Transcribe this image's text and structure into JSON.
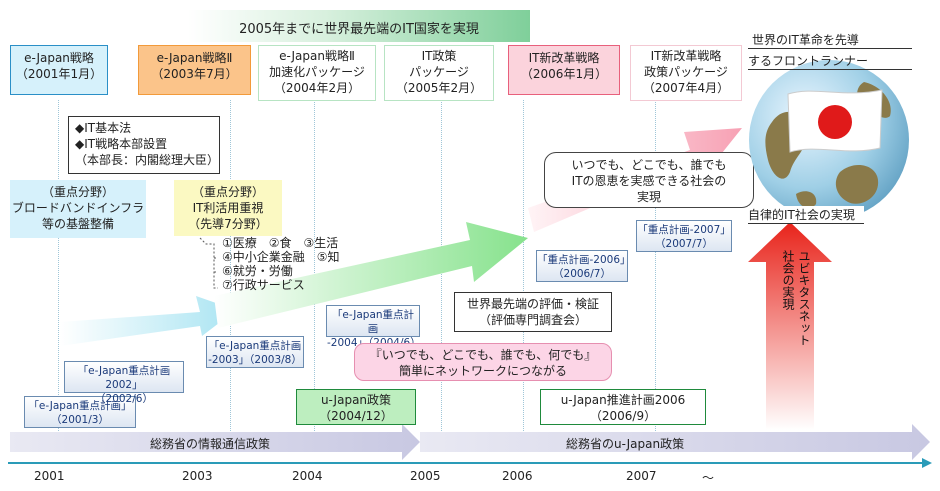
{
  "banner": {
    "text": "2005年までに世界最先端のIT国家を実現"
  },
  "strategies": [
    {
      "line1": "e-Japan戦略",
      "line2": "（2001年1月）",
      "line3": ""
    },
    {
      "line1": "e-Japan戦略Ⅱ",
      "line2": "（2003年7月）",
      "line3": ""
    },
    {
      "line1": "e-Japan戦略Ⅱ",
      "line2": "加速化パッケージ",
      "line3": "（2004年2月）"
    },
    {
      "line1": "IT政策",
      "line2": "パッケージ",
      "line3": "（2005年2月）"
    },
    {
      "line1": "IT新改革戦略",
      "line2": "（2006年1月）",
      "line3": ""
    },
    {
      "line1": "IT新改革戦略",
      "line2": "政策パッケージ",
      "line3": "（2007年4月）"
    }
  ],
  "law_box": {
    "line1": "◆IT基本法",
    "line2": "◆IT戦略本部設置",
    "line3": "（本部長：内閣総理大臣）"
  },
  "focus1": {
    "line1": "（重点分野）",
    "line2": "ブロードバンドインフラ",
    "line3": "等の基盤整備"
  },
  "focus2": {
    "line1": "（重点分野）",
    "line2": "IT利活用重視",
    "line3": "（先導7分野）"
  },
  "fields": [
    "①医療　②食　③生活",
    "④中小企業金融　⑤知",
    "⑥就労・労働",
    "⑦行政サービス"
  ],
  "plans": [
    {
      "line1": "「e-Japan重点計画」",
      "line2": "（2001/3）"
    },
    {
      "line1": "「e-Japan重点計画2002」",
      "line2": "（2002/6）"
    },
    {
      "line1": "「e-Japan重点計画",
      "line2": "-2003」（2003/8）"
    },
    {
      "line1": "「e-Japan重点計画",
      "line2": "-2004」（2004/6）"
    },
    {
      "line1": "「重点計画-2006」",
      "line2": "（2006/7）"
    },
    {
      "line1": "「重点計画-2007」",
      "line2": "（2007/7）"
    }
  ],
  "ujapan_policy": {
    "line1": "u-Japan政策",
    "line2": "（2004/12）"
  },
  "ujapan_plan": {
    "line1": "u-Japan推進計画2006",
    "line2": "（2006/9）"
  },
  "ubiquitous_phrase": {
    "line1": "『いつでも、どこでも、誰でも、何でも』",
    "line2": "簡単にネットワークにつながる"
  },
  "evaluation": {
    "line1": "世界最先端の評価・検証",
    "line2": "（評価専門調査会）"
  },
  "society_bubble": {
    "line1": "いつでも、どこでも、誰でも",
    "line2": "ITの恩恵を実感できる社会の",
    "line3": "実現"
  },
  "world_lead": {
    "line1": "世界のIT革命を先導",
    "line2": "するフロントランナー"
  },
  "autonomous": {
    "text": "自律的IT社会の実現"
  },
  "vertical_label": {
    "col1": "ユビキタスネット",
    "col2": "社会の実現"
  },
  "policy_bars": {
    "left": "総務省の情報通信政策",
    "right": "総務省のu-Japan政策"
  },
  "years": [
    "2001",
    "2003",
    "2004",
    "2005",
    "2006",
    "2007",
    "～"
  ],
  "colors": {
    "accent_blue": "#2a8fc7",
    "orange": "#f6a14a",
    "pink": "#f58aa0",
    "green_banner": "#7fcf9a"
  }
}
